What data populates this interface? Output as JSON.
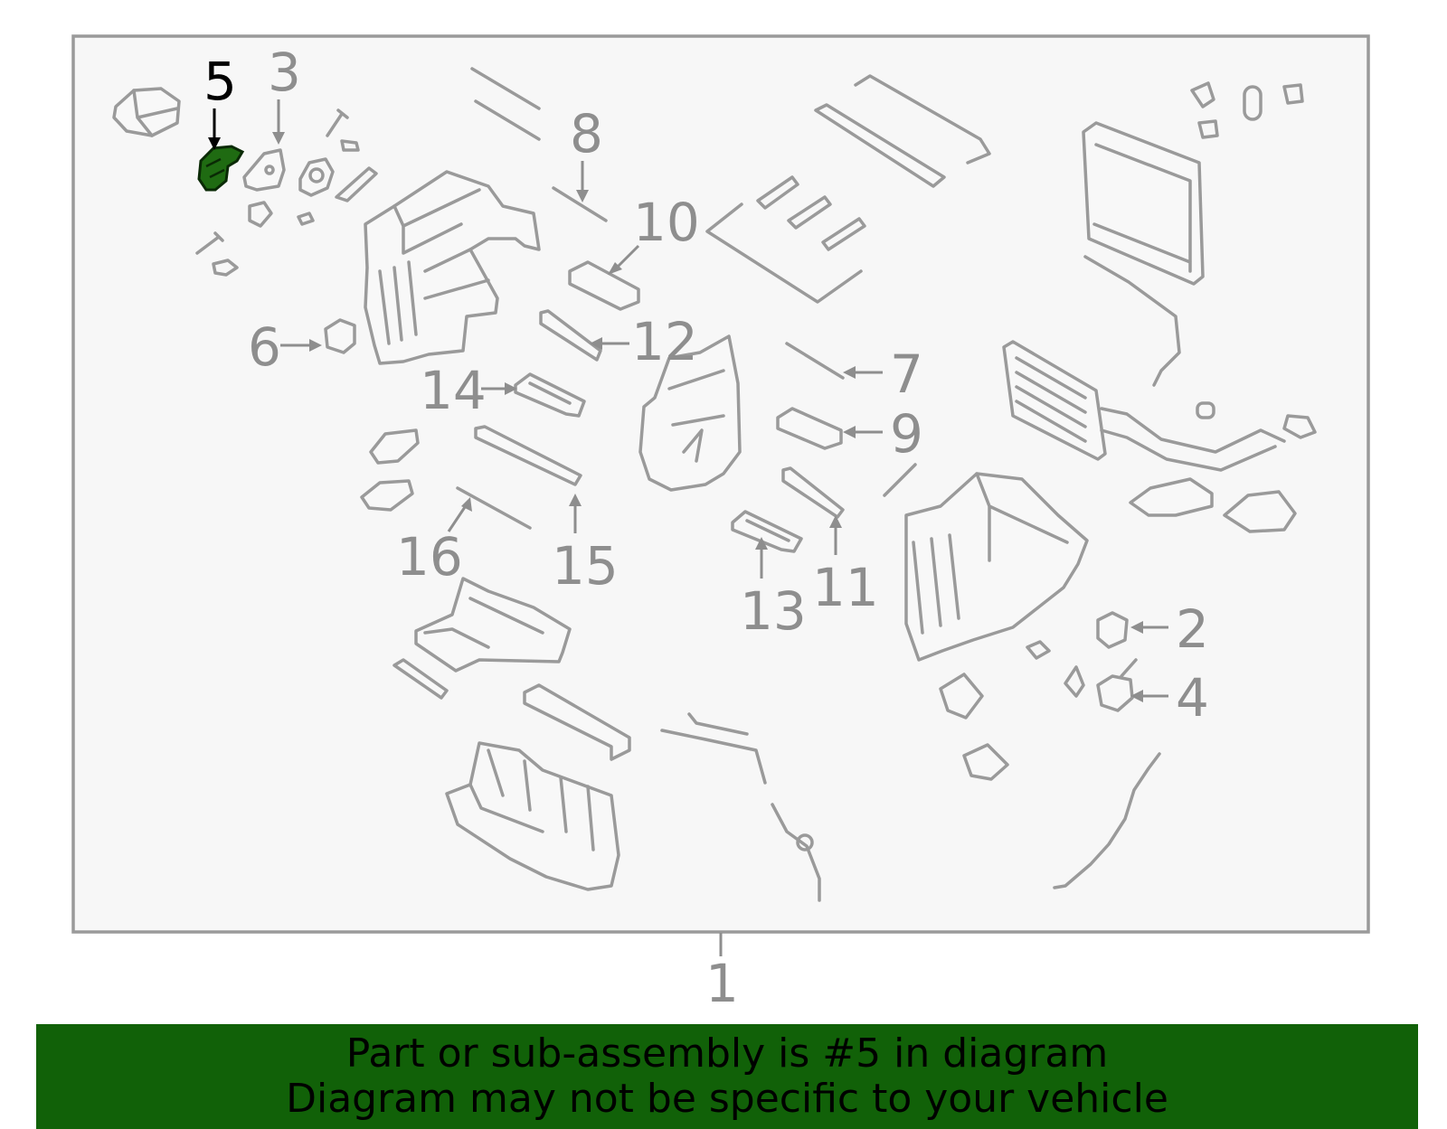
{
  "colors": {
    "banner_bg": "#116108",
    "highlight_part": "#1f6b12",
    "part_stroke": "#9a9a9a",
    "callout": "#8e8e8e",
    "frame_bg": "#f7f7f7"
  },
  "callouts": {
    "c1": "1",
    "c2": "2",
    "c3": "3",
    "c4": "4",
    "c5": "5",
    "c6": "6",
    "c7": "7",
    "c8": "8",
    "c9": "9",
    "c10": "10",
    "c11": "11",
    "c12": "12",
    "c13": "13",
    "c14": "14",
    "c15": "15",
    "c16": "16"
  },
  "banner": {
    "line1": "Part or sub-assembly is #5 in diagram",
    "line2": "Diagram may not be specific to your vehicle"
  }
}
